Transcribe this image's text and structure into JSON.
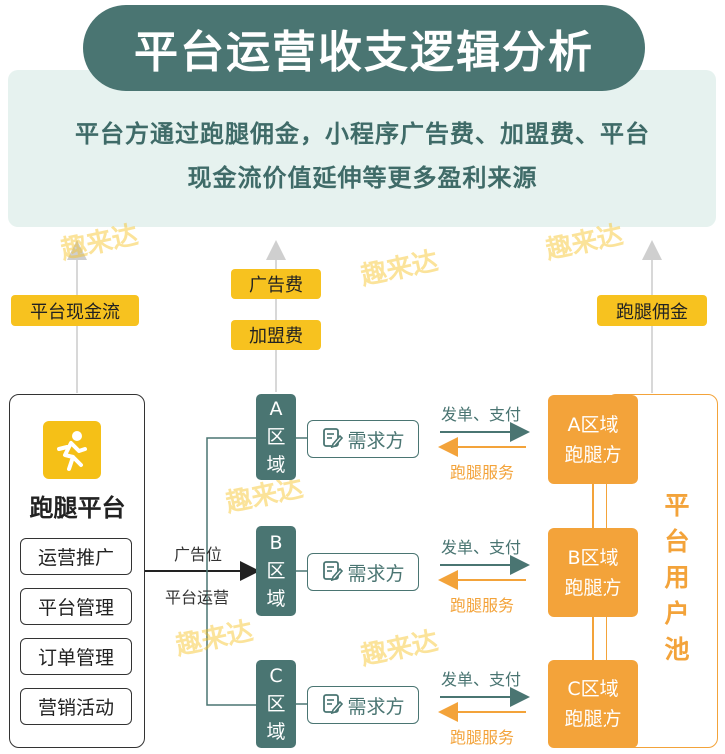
{
  "title": "平台运营收支逻辑分析",
  "summary": [
    "平台方通过跑腿佣金，小程序广告费、加盟费、平台",
    "现金流价值延伸等更多盈利来源"
  ],
  "tags": {
    "cash_flow": "平台现金流",
    "ad_fee": "广告费",
    "franchise_fee": "加盟费",
    "commission": "跑腿佣金"
  },
  "platform": {
    "title": "跑腿平台",
    "menu": [
      "运营推广",
      "平台管理",
      "订单管理",
      "营销活动"
    ]
  },
  "connector_labels": {
    "ad_slot": "广告位",
    "platform_ops": "平台运营"
  },
  "regions": [
    {
      "letter": "A",
      "chars": [
        "区",
        "域"
      ],
      "demand": "需求方",
      "top_label": "发单、支付",
      "bottom_label": "跑腿服务",
      "runner": [
        "A区域",
        "跑腿方"
      ]
    },
    {
      "letter": "B",
      "chars": [
        "区",
        "域"
      ],
      "demand": "需求方",
      "top_label": "发单、支付",
      "bottom_label": "跑腿服务",
      "runner": [
        "B区域",
        "跑腿方"
      ]
    },
    {
      "letter": "C",
      "chars": [
        "区",
        "域"
      ],
      "demand": "需求方",
      "top_label": "发单、支付",
      "bottom_label": "跑腿服务",
      "runner": [
        "C区域",
        "跑腿方"
      ]
    }
  ],
  "pool": [
    "平",
    "台",
    "用",
    "户",
    "池"
  ],
  "watermark": "趣来达",
  "colors": {
    "teal": "#4a7572",
    "yellow": "#f7c21f",
    "orange": "#f3a33a",
    "light": "#e6f2ef"
  }
}
